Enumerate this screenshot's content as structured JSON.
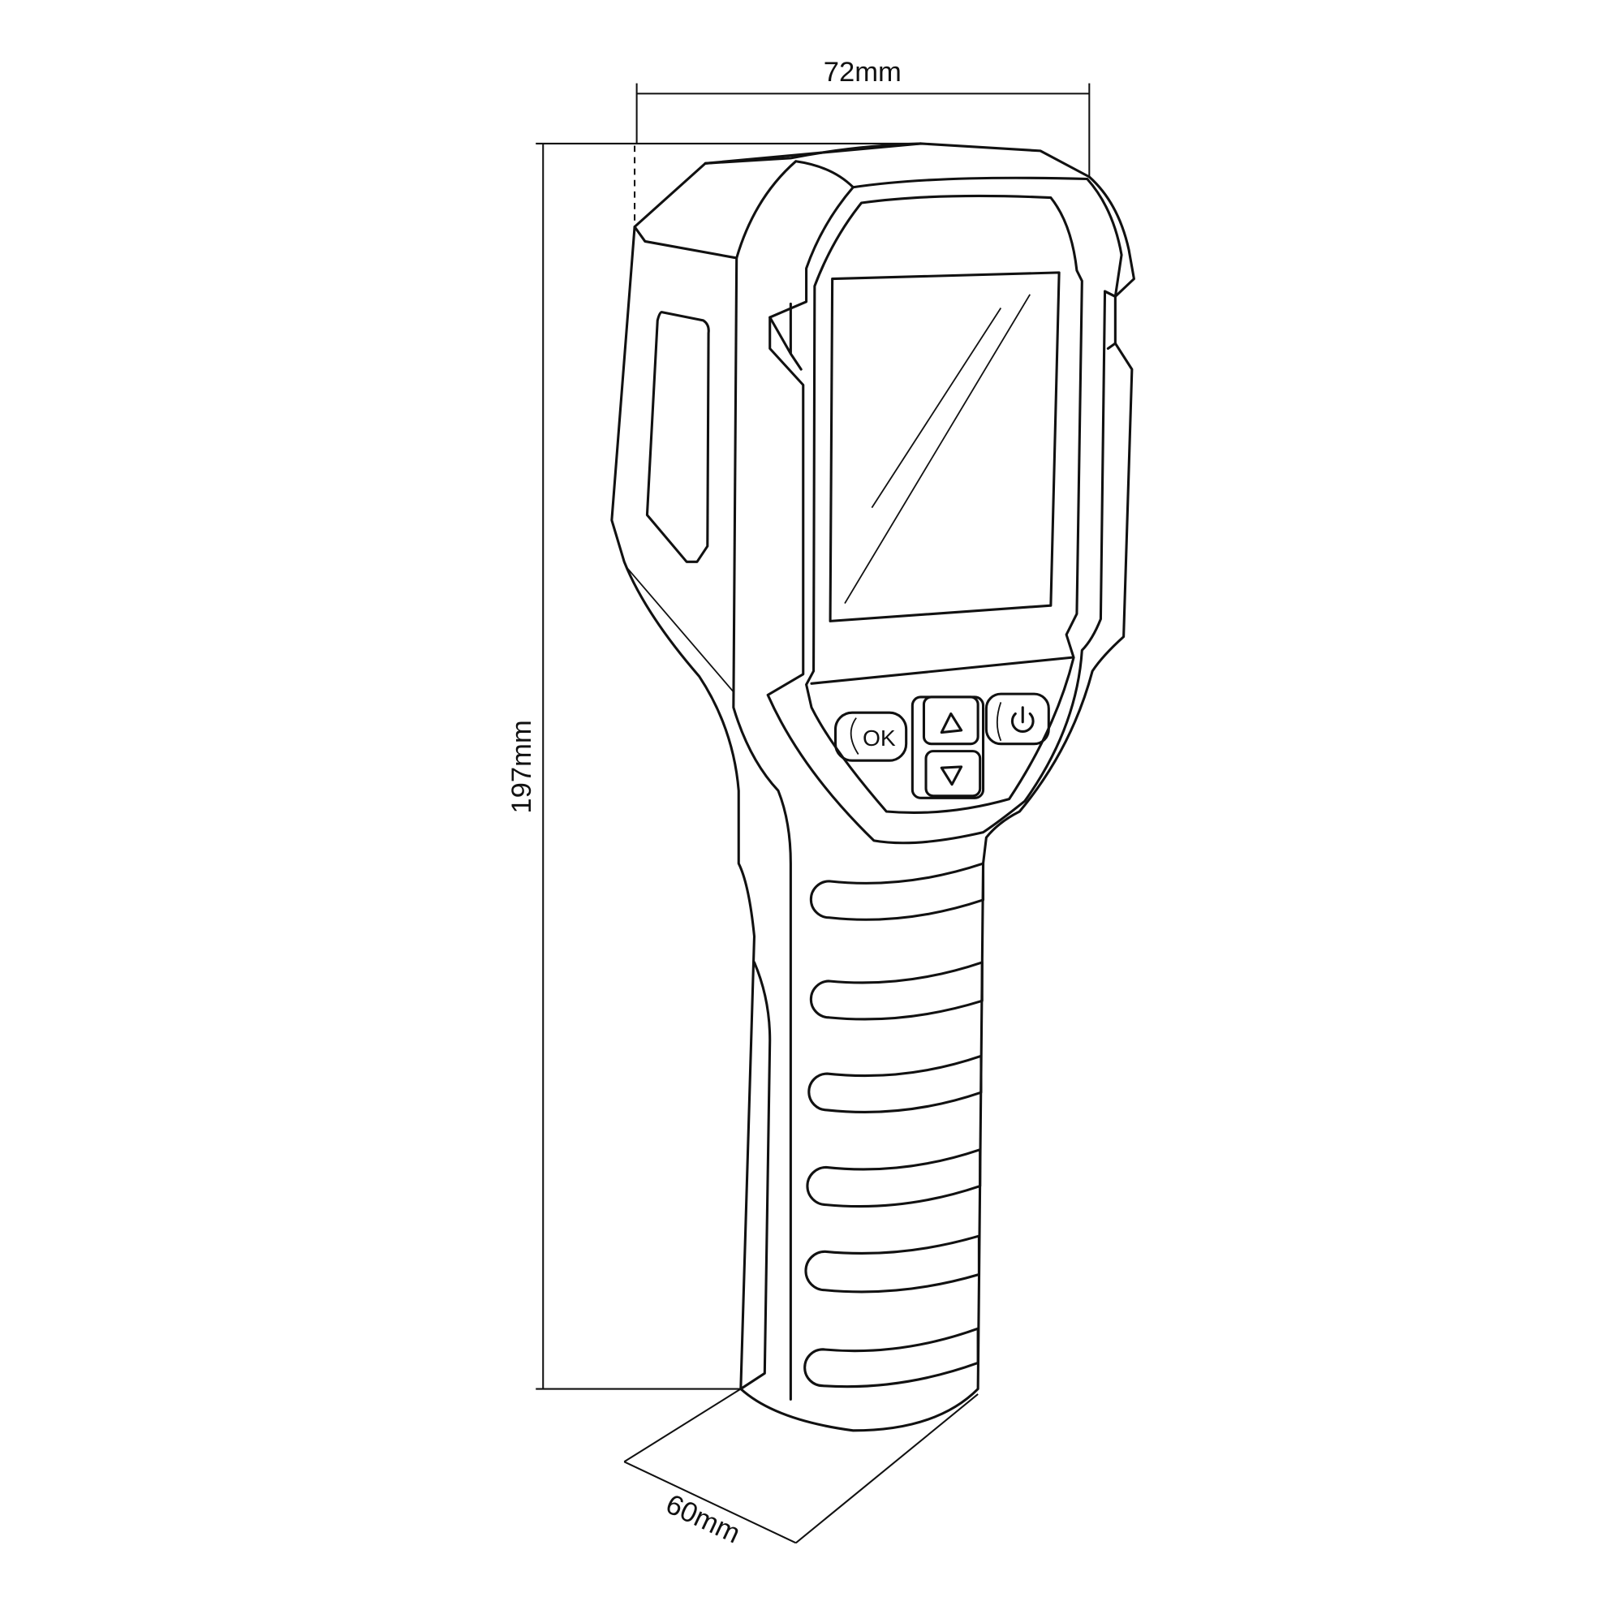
{
  "dimensions": {
    "width": "72mm",
    "height": "197mm",
    "depth": "60mm"
  },
  "buttons": {
    "ok": "OK",
    "up": "up-triangle",
    "down": "down-triangle",
    "power": "power-icon"
  },
  "colors": {
    "line": "#111111",
    "background": "#ffffff"
  }
}
